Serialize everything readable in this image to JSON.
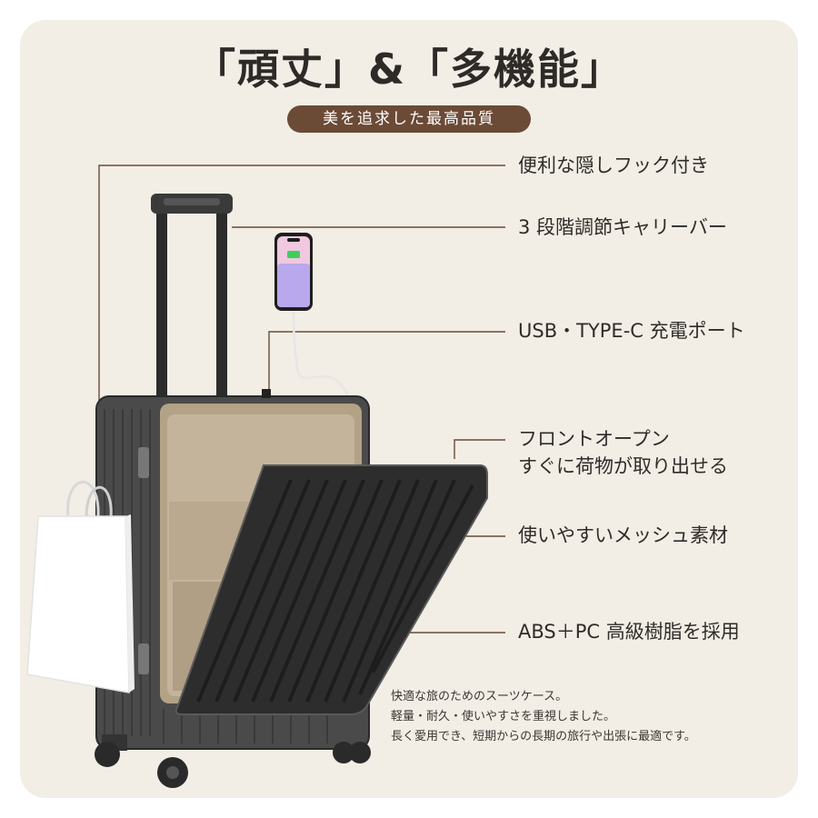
{
  "headline": "「頑丈」&「多機能」",
  "subtitle": "美を追求した最高品質",
  "features": [
    {
      "label": "便利な隠しフック付き"
    },
    {
      "label": "3 段階調節キャリーバー"
    },
    {
      "label": "USB・TYPE-C 充電ポート"
    },
    {
      "label": "フロントオープン",
      "label2": "すぐに荷物が取り出せる"
    },
    {
      "label": "使いやすいメッシュ素材"
    },
    {
      "label": "ABS＋PC 高級樹脂を採用"
    }
  ],
  "description": [
    "快適な旅のためのスーツケース。",
    "軽量・耐久・使いやすさを重視しました。",
    "長く愛用でき、短期からの長期の旅行や出張に最適です。"
  ],
  "colors": {
    "background": "#f2eee6",
    "accent_brown": "#6b4a36",
    "suitcase_dark": "#3b3b3b",
    "interior_khaki": "#c4b49b",
    "leader_line": "#6b4a36"
  },
  "icons": [
    "suitcase-illustration",
    "smartphone-icon",
    "shopping-bag-icon"
  ]
}
